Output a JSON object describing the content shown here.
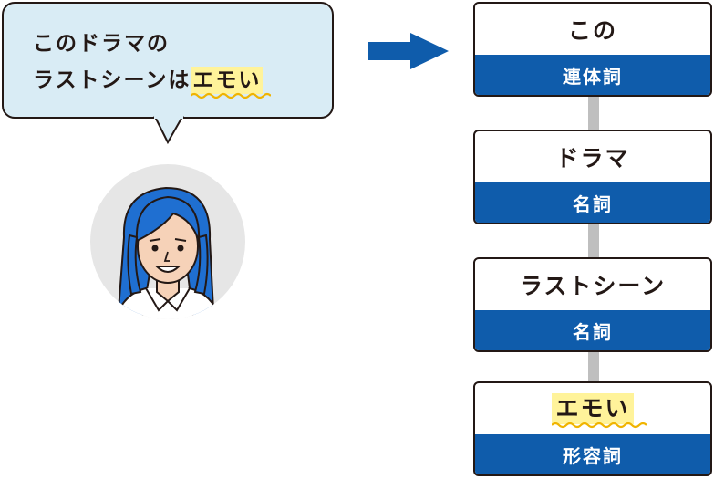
{
  "speech_bubble": {
    "line1": "このドラマの",
    "line2_prefix": "ラストシーンは",
    "highlight": "エモい"
  },
  "tokens": [
    {
      "word": "この",
      "pos": "連体詞",
      "highlighted": false
    },
    {
      "word": "ドラマ",
      "pos": "名詞",
      "highlighted": false
    },
    {
      "word": "ラストシーン",
      "pos": "名詞",
      "highlighted": false
    },
    {
      "word": "エモい",
      "pos": "形容詞",
      "highlighted": true
    }
  ],
  "colors": {
    "bubble_fill": "#d9ecf5",
    "arrow": "#0f5cab",
    "pos_band": "#0f5cab",
    "highlight": "#fff39a",
    "wavy_underline": "#f0b400",
    "connector": "#bfbfbf",
    "avatar_hair": "#1f6fd1"
  }
}
